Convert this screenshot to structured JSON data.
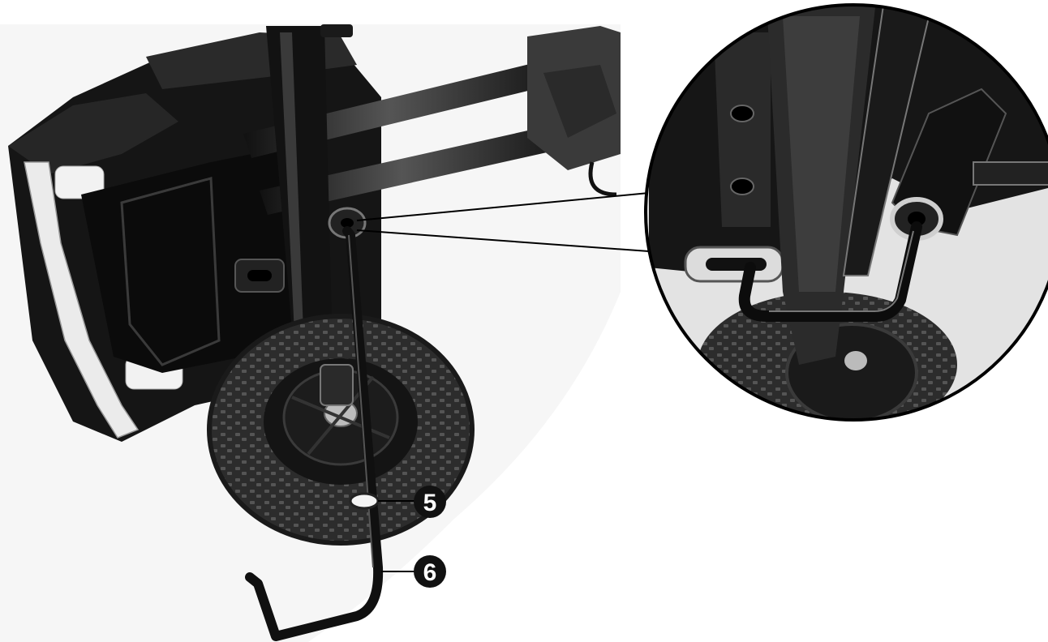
{
  "callouts": [
    {
      "label": "5",
      "part": "washer"
    },
    {
      "label": "6",
      "part": "hook-rod"
    }
  ],
  "colors": {
    "background": "#ffffff",
    "frame": "#111111",
    "tire": "#2a2a2a",
    "tire_tread": "#4a4a4a",
    "chrome": "#e6e6e6",
    "badge": "#111111"
  }
}
